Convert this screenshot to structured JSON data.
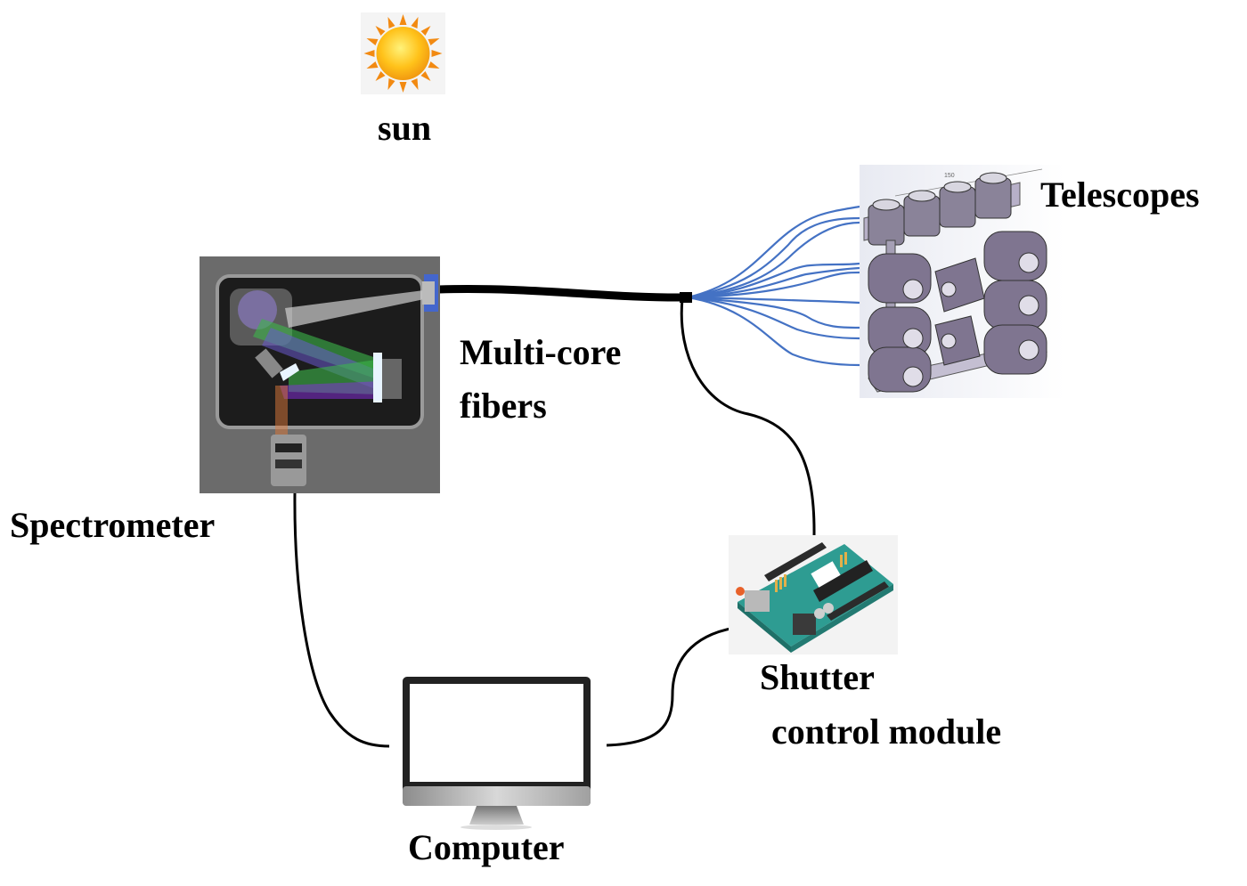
{
  "diagram": {
    "title": "Multi-telescope spectrometer system schematic",
    "nodes": {
      "sun": {
        "label": "sun",
        "icon": "sun-icon"
      },
      "spectrometer": {
        "label": "Spectrometer",
        "icon": "spectrometer-icon"
      },
      "fibers": {
        "label_line1": "Multi-core",
        "label_line2": "fibers"
      },
      "telescopes": {
        "label": "Telescopes",
        "icon": "telescope-array-icon",
        "dimension_label": "150"
      },
      "shutter": {
        "label_line1": "Shutter",
        "label_line2": "control module",
        "icon": "microcontroller-board-icon"
      },
      "computer": {
        "label": "Computer",
        "icon": "monitor-icon"
      }
    },
    "connections": [
      {
        "from": "spectrometer",
        "to": "telescopes",
        "type": "multi-core fiber bundle"
      },
      {
        "from": "fibers",
        "to": "shutter",
        "type": "cable"
      },
      {
        "from": "spectrometer",
        "to": "computer",
        "type": "cable"
      },
      {
        "from": "computer",
        "to": "shutter",
        "type": "cable"
      }
    ],
    "colors": {
      "cable": "#000000",
      "fiber_strand": "#4472c4",
      "sun_core": "#ffc21a",
      "sun_rays": "#f28a12",
      "spectrometer_bg": "#6b6b6b",
      "board": "#2e9c92",
      "telescope_body": "#7f7590"
    }
  }
}
